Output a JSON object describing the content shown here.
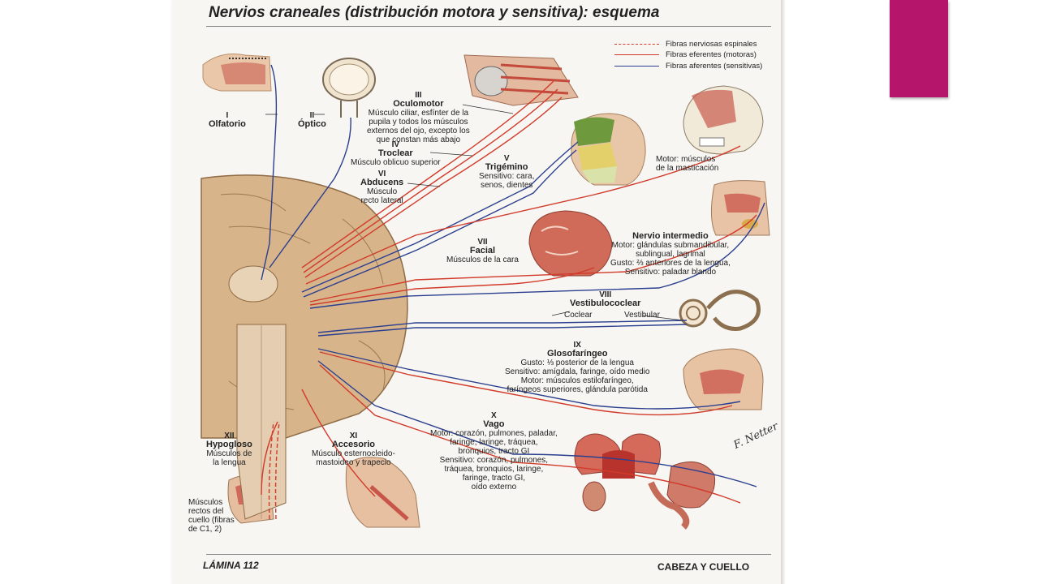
{
  "title": "Nervios craneales (distribución motora y sensitiva): esquema",
  "legend": [
    {
      "label": "Fibras nerviosas espinales",
      "style": "dashed",
      "color": "#d23a2a"
    },
    {
      "label": "Fibras eferentes (motoras)",
      "style": "solid",
      "color": "#d23a2a"
    },
    {
      "label": "Fibras aferentes (sensitivas)",
      "style": "solid",
      "color": "#2b3f8f"
    }
  ],
  "nerves": {
    "olfatorio": {
      "num": "I",
      "name": "Olfatorio"
    },
    "optico": {
      "num": "II",
      "name": "Óptico"
    },
    "oculomotor": {
      "num": "III",
      "name": "Oculomotor",
      "desc": "Músculo ciliar, esfínter de la\npupila y todos los músculos\nexternos del ojo, excepto los\nque constan más abajo"
    },
    "troclear": {
      "num": "IV",
      "name": "Troclear",
      "desc": "Músculo oblicuo superior"
    },
    "abducens": {
      "num": "VI",
      "name": "Abducens",
      "desc": "Músculo\nrecto lateral"
    },
    "trigemino": {
      "num": "V",
      "name": "Trigémino",
      "desc": "Sensitivo: cara,\nsenos, dientes",
      "motor": "Motor: músculos\nde la masticación"
    },
    "facial": {
      "num": "VII",
      "name": "Facial",
      "desc": "Músculos de la cara"
    },
    "intermedio": {
      "name": "Nervio intermedio",
      "desc": "Motor: glándulas submandibular,\nsublingual, lagrimal\nGusto: ⅔ anteriores de la lengua,\nSensitivo: paladar blando"
    },
    "vestibulococlear": {
      "num": "VIII",
      "name": "Vestibulococlear",
      "coclear": "Coclear",
      "vestibular": "Vestibular"
    },
    "glosofaringeo": {
      "num": "IX",
      "name": "Glosofaríngeo",
      "desc": "Gusto: ⅓ posterior de la lengua\nSensitivo: amígdala, faringe, oído medio\nMotor: músculos estilofaríngeo,\nfaríngeos superiores, glándula parótida"
    },
    "vago": {
      "num": "X",
      "name": "Vago",
      "desc": "Motor: corazón, pulmones, paladar,\nfaringe, laringe, tráquea,\nbronquios, tracto GI\nSensitivo: corazón, pulmones,\ntráquea, bronquios, laringe,\nfaringe, tracto GI,\noído externo"
    },
    "accesorio": {
      "num": "XI",
      "name": "Accesorio",
      "desc": "Músculo esternocleido-\nmastoideo y trapecio"
    },
    "hipogloso": {
      "num": "XII",
      "name": "Hypogloso",
      "desc": "Músculos de\nla lengua"
    }
  },
  "neck_muscles": "Músculos\nrectos del\ncuello (fibras\nde C1, 2)",
  "signature": "F. Netter",
  "footer": {
    "left": "LÁMINA 112",
    "right": "CABEZA Y CUELLO"
  },
  "colors": {
    "accent": "#b5166b",
    "motor": "#d23a2a",
    "sensory": "#2b3f8f",
    "brain": "#d8b48a"
  }
}
